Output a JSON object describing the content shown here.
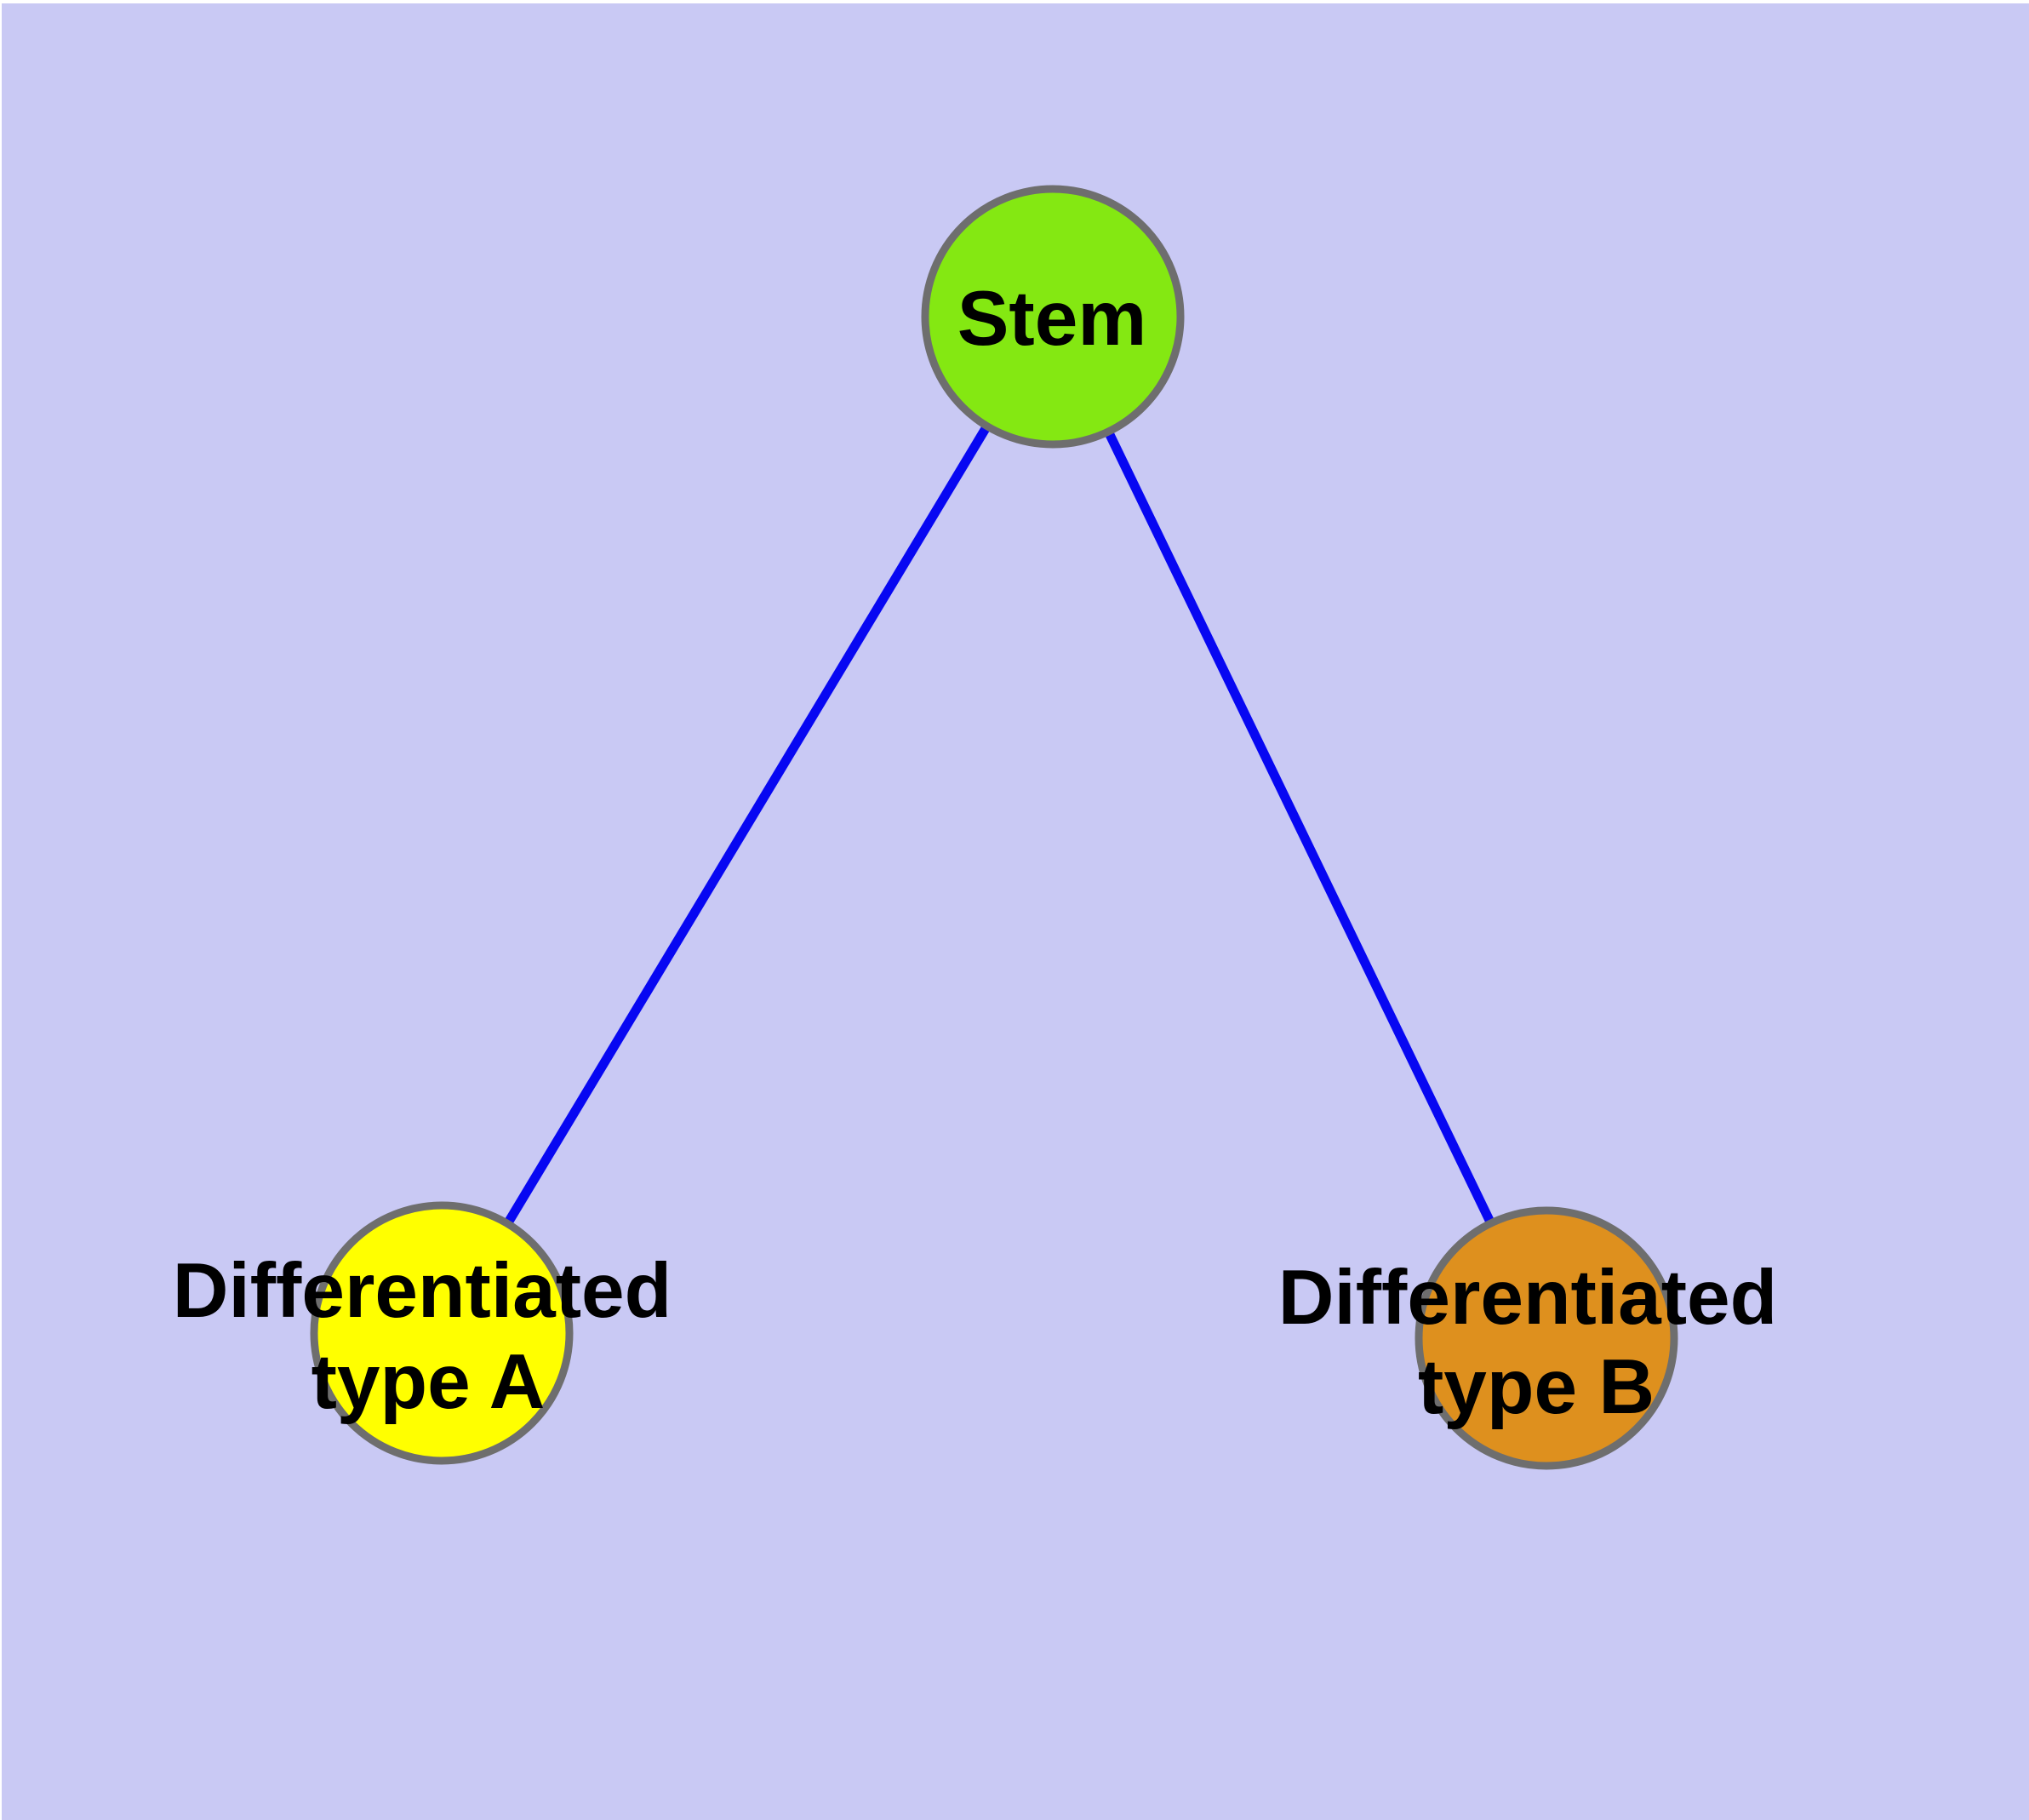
{
  "diagram": {
    "background_color": "#c9c9f4",
    "edge_color": "#0707f2",
    "node_stroke_color": "#6e6e6e",
    "text_color": "#000000",
    "nodes": [
      {
        "id": "stem",
        "label": "Stem",
        "fill": "#84e812"
      },
      {
        "id": "differentiated-type-a",
        "label_line1": "Differentiated",
        "label_line2": "type A",
        "fill": "#ffff00"
      },
      {
        "id": "differentiated-type-b",
        "label_line1": "Differentiated",
        "label_line2": "type B",
        "fill": "#de901e"
      }
    ],
    "edges": [
      {
        "from": "Stem",
        "to": "Differentiated type A"
      },
      {
        "from": "Stem",
        "to": "Differentiated type B"
      }
    ]
  }
}
